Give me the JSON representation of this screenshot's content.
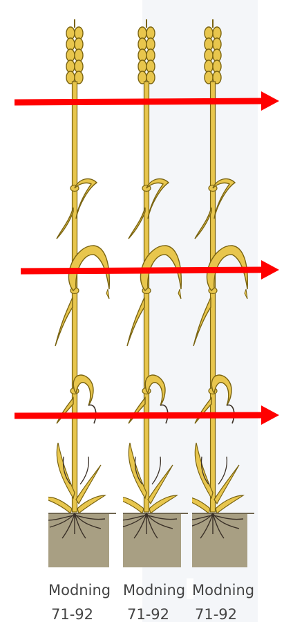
{
  "colors": {
    "background": "#ffffff",
    "panel_background": "#f4f6f9",
    "stem_fill": "#e8c64d",
    "stem_outline": "#7a6412",
    "soil": "#a89f83",
    "soil_edge": "#6f6650",
    "roots": "#3a3027",
    "arrow": "#ff0000",
    "caption_text": "#444444"
  },
  "icons": {
    "plant": "wheat-plant-illustration",
    "arrow": "right-arrow-icon"
  },
  "panels": [
    {
      "label": "Modning",
      "code": "71-92"
    },
    {
      "label": "Modning",
      "code": "71-92"
    },
    {
      "label": "Modning",
      "code": "71-92"
    }
  ],
  "arrows": [
    {
      "direction": "right"
    },
    {
      "direction": "right"
    },
    {
      "direction": "right"
    }
  ]
}
